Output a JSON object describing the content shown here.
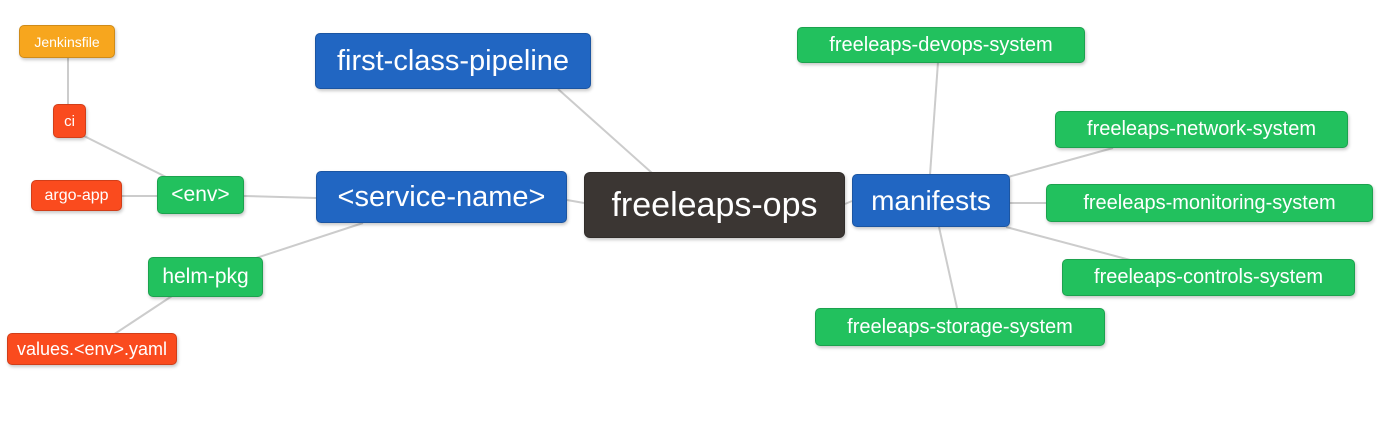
{
  "diagram": {
    "type": "mindmap",
    "root": "freeleaps-ops",
    "palette": {
      "blue": "#2166C2",
      "green": "#22C15E",
      "orange": "#F7A61E",
      "red": "#FA4B1E",
      "dark": "#3B3633",
      "edge": "#CCCCCC",
      "text": "#FFFFFF"
    },
    "nodes": [
      {
        "id": "jenkinsfile",
        "label": "Jenkinsfile",
        "color": "orange"
      },
      {
        "id": "ci",
        "label": "ci",
        "color": "red"
      },
      {
        "id": "argo-app",
        "label": "argo-app",
        "color": "red"
      },
      {
        "id": "env",
        "label": "<env>",
        "color": "green"
      },
      {
        "id": "first-class-pipeline",
        "label": "first-class-pipeline",
        "color": "blue"
      },
      {
        "id": "service-name",
        "label": "<service-name>",
        "color": "blue"
      },
      {
        "id": "freeleaps-ops",
        "label": "freeleaps-ops",
        "color": "dark"
      },
      {
        "id": "manifests",
        "label": "manifests",
        "color": "blue"
      },
      {
        "id": "helm-pkg",
        "label": "helm-pkg",
        "color": "green"
      },
      {
        "id": "values-env-yaml",
        "label": "values.<env>.yaml",
        "color": "red"
      },
      {
        "id": "freeleaps-devops-system",
        "label": "freeleaps-devops-system",
        "color": "green"
      },
      {
        "id": "freeleaps-network-system",
        "label": "freeleaps-network-system",
        "color": "green"
      },
      {
        "id": "freeleaps-monitoring-system",
        "label": "freeleaps-monitoring-system",
        "color": "green"
      },
      {
        "id": "freeleaps-controls-system",
        "label": "freeleaps-controls-system",
        "color": "green"
      },
      {
        "id": "freeleaps-storage-system",
        "label": "freeleaps-storage-system",
        "color": "green"
      }
    ],
    "edges": [
      {
        "from": "jenkinsfile",
        "to": "ci"
      },
      {
        "from": "ci",
        "to": "env"
      },
      {
        "from": "argo-app",
        "to": "env"
      },
      {
        "from": "env",
        "to": "service-name"
      },
      {
        "from": "service-name",
        "to": "helm-pkg"
      },
      {
        "from": "helm-pkg",
        "to": "values-env-yaml"
      },
      {
        "from": "first-class-pipeline",
        "to": "freeleaps-ops"
      },
      {
        "from": "service-name",
        "to": "freeleaps-ops"
      },
      {
        "from": "freeleaps-ops",
        "to": "manifests"
      },
      {
        "from": "manifests",
        "to": "freeleaps-devops-system"
      },
      {
        "from": "manifests",
        "to": "freeleaps-network-system"
      },
      {
        "from": "manifests",
        "to": "freeleaps-monitoring-system"
      },
      {
        "from": "manifests",
        "to": "freeleaps-controls-system"
      },
      {
        "from": "manifests",
        "to": "freeleaps-storage-system"
      }
    ]
  }
}
